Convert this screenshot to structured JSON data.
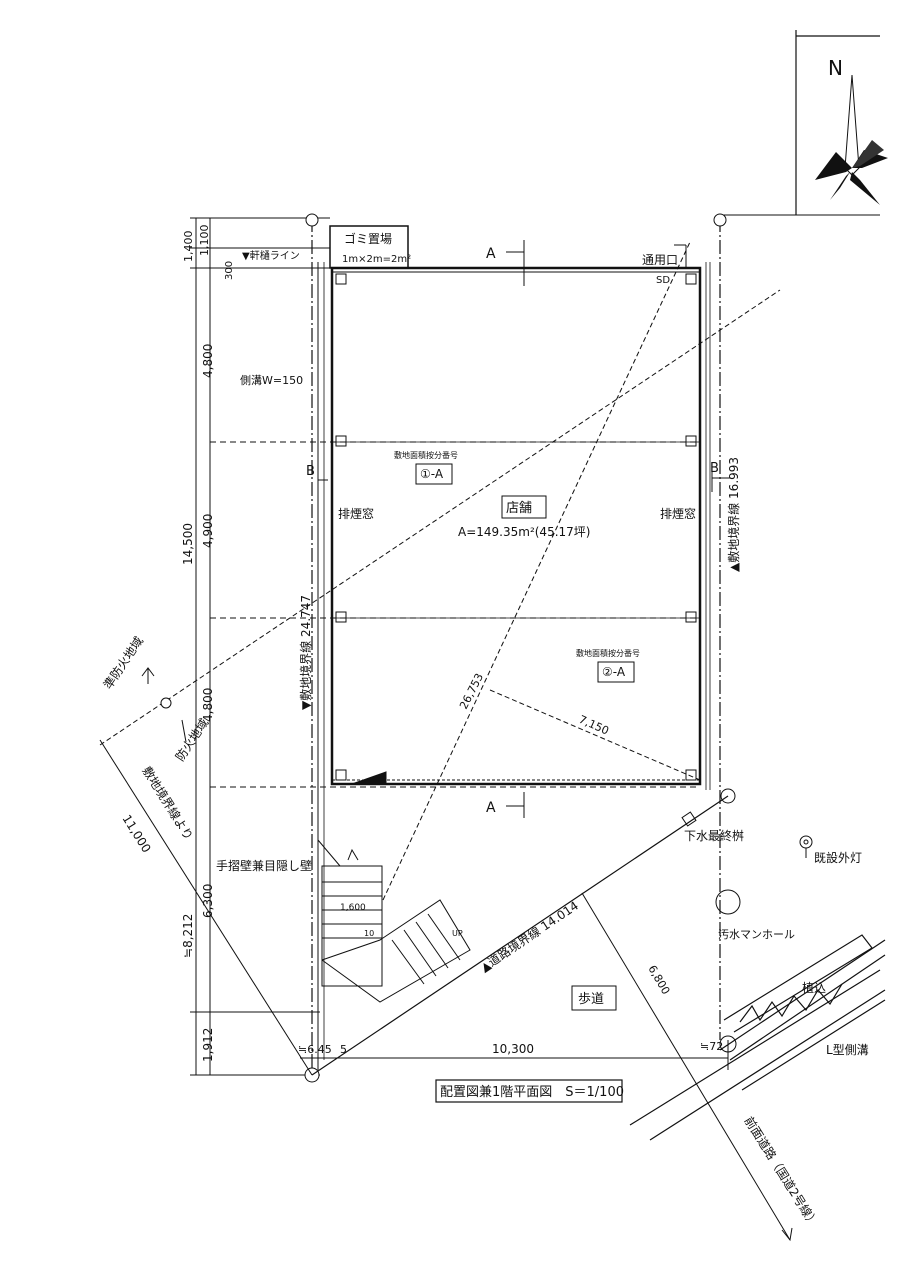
{
  "title": "配置図兼1階平面図　S＝1/100",
  "north": "N",
  "labels": {
    "garbage": "ゴミ置場",
    "garbage_size": "1m×2m=2m²",
    "eave_line": "▼軒樋ライン",
    "service_door": "通用口",
    "sd": "SD",
    "side_gutter": "側溝W=150",
    "vent_left": "排煙窓",
    "vent_right": "排煙窓",
    "shop": "店舗",
    "area": "A=149.35m²(45.17坪)",
    "zone_note_1": "敷地面積按分番号",
    "zone_note_2": "敷地面積按分番号",
    "zone_1": "①-A",
    "zone_2": "②-A",
    "boundary_left": "▼敷地境界線 24.747",
    "boundary_right": "▲敷地境界線 16.993",
    "boundary_road": "▲道路境界線 14.014",
    "boundary_diag": "敷地境界線より",
    "semi_fire": "準防火地域",
    "fire": "防火地域",
    "handrail": "手摺壁兼目隠し壁",
    "sewer_final": "下水最終桝",
    "existing_light": "既設外灯",
    "sewage_manhole": "汚水マンホール",
    "planting": "植込",
    "l_gutter": "L型側溝",
    "sidewalk": "歩道",
    "front_road": "前面道路（国道2号線）",
    "section_a_top": "A",
    "section_a_bottom": "A",
    "section_b_left": "B",
    "section_b_right": "B",
    "stair_1600": "1,600",
    "stair_10": "10",
    "stair_up": "UP",
    "diag_26753": "26,753",
    "diag_7150": "7,150",
    "diag_6800": "6,800",
    "diag_11000": "11,000"
  },
  "dimensions": {
    "d1400": "1,400",
    "d1100": "1,100",
    "d300": "300",
    "d4800a": "4,800",
    "d14500": "14,500",
    "d4900": "4,900",
    "d4800b": "4,800",
    "d8212": "≒8,212",
    "d6300": "6,300",
    "d1912": "1,912",
    "d10300": "10,300",
    "d645": "≒6.45",
    "d5": "5",
    "d72": "≒72"
  }
}
